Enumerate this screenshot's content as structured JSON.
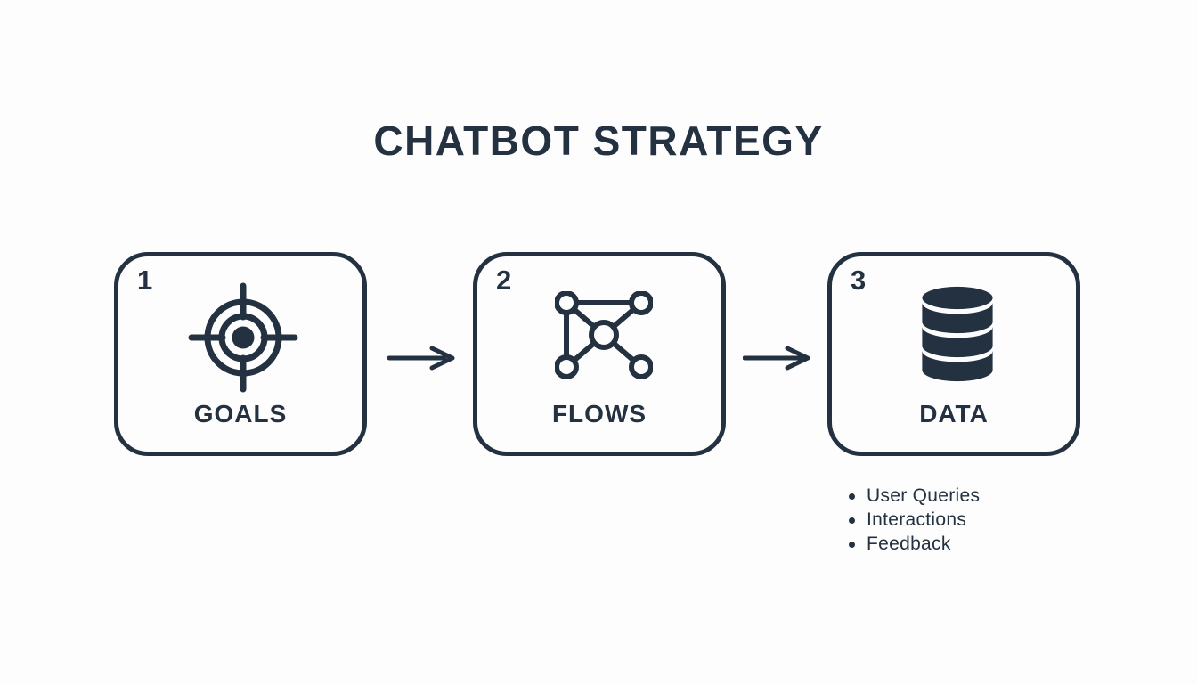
{
  "title": "CHATBOT STRATEGY",
  "colors": {
    "ink": "#233140",
    "background": "#fdfdfe"
  },
  "steps": [
    {
      "number": "1",
      "label": "GOALS",
      "icon": "target-icon"
    },
    {
      "number": "2",
      "label": "FLOWS",
      "icon": "network-icon"
    },
    {
      "number": "3",
      "label": "DATA",
      "icon": "database-icon",
      "bullets": [
        "User Queries",
        "Interactions",
        "Feedback"
      ]
    }
  ],
  "connectors": [
    {
      "icon": "arrow-right-icon"
    },
    {
      "icon": "arrow-right-icon"
    }
  ]
}
